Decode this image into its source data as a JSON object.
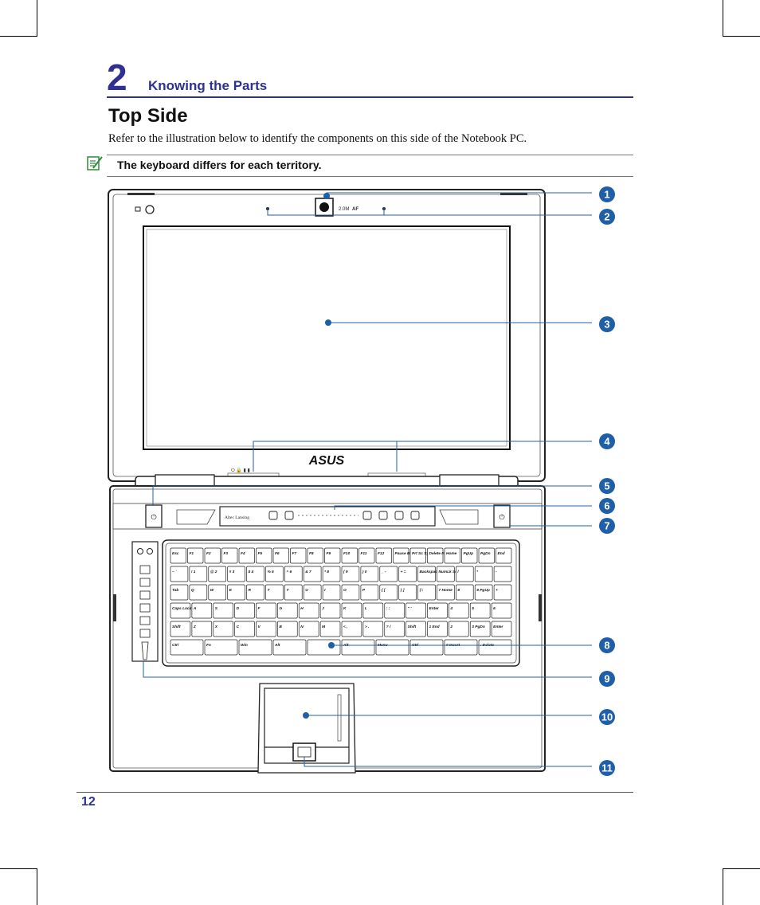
{
  "header": {
    "chapter_number": "2",
    "chapter_title": "Knowing the Parts"
  },
  "section": {
    "title": "Top Side",
    "intro": "Refer to the illustration below to identify the components on this side of the Notebook PC."
  },
  "note": {
    "icon": "note-pencil-icon",
    "text": "The keyboard differs for each territory."
  },
  "illustration": {
    "webcam_label": "2.0M",
    "webcam_af": "AF",
    "brand_logo": "ASUS",
    "lighting_label": "Altec Lansing",
    "keyboard_rows": [
      [
        "Esc",
        "F1",
        "F2",
        "F3",
        "F4",
        "F5",
        "F6",
        "F7",
        "F8",
        "F9",
        "F10",
        "F11",
        "F12",
        "Pause Break",
        "Prt Sc SysRq",
        "Delete Insert",
        "Home",
        "PgUp",
        "PgDn",
        "End"
      ],
      [
        "~ `",
        "! 1",
        "@ 2",
        "# 3",
        "$ 4",
        "% 5",
        "^ 6",
        "& 7",
        "* 8",
        "( 9",
        ") 0",
        "_ -",
        "+ =",
        "Backspace",
        "NumLk Scr Lk",
        "/",
        "*",
        "-"
      ],
      [
        "Tab",
        "Q",
        "W",
        "E",
        "R",
        "T",
        "Y",
        "U",
        "I",
        "O",
        "P",
        "{ [",
        "} ]",
        "| \\",
        "7 Home",
        "8",
        "9 PgUp",
        "+"
      ],
      [
        "Caps Lock",
        "A",
        "S",
        "D",
        "F",
        "G",
        "H",
        "J",
        "K",
        "L",
        ": ;",
        "\" '",
        "Enter",
        "4",
        "5",
        "6"
      ],
      [
        "Shift",
        "Z",
        "X",
        "C",
        "V",
        "B",
        "N",
        "M",
        "< ,",
        "> .",
        "? /",
        "Shift",
        "1 End",
        "2",
        "3 PgDn",
        "Enter"
      ],
      [
        "Ctrl",
        "Fn",
        "Win",
        "Alt",
        "",
        "Alt",
        "Menu",
        "Ctrl",
        "0 Insert",
        ". Delete"
      ]
    ],
    "callouts": [
      "1",
      "2",
      "3",
      "4",
      "5",
      "6",
      "7",
      "8",
      "9",
      "10",
      "11"
    ]
  },
  "footer": {
    "page_number": "12"
  },
  "colors": {
    "accent": "#2e3192",
    "callout": "#1f5fa8",
    "note_icon": "#2e8b3c"
  }
}
